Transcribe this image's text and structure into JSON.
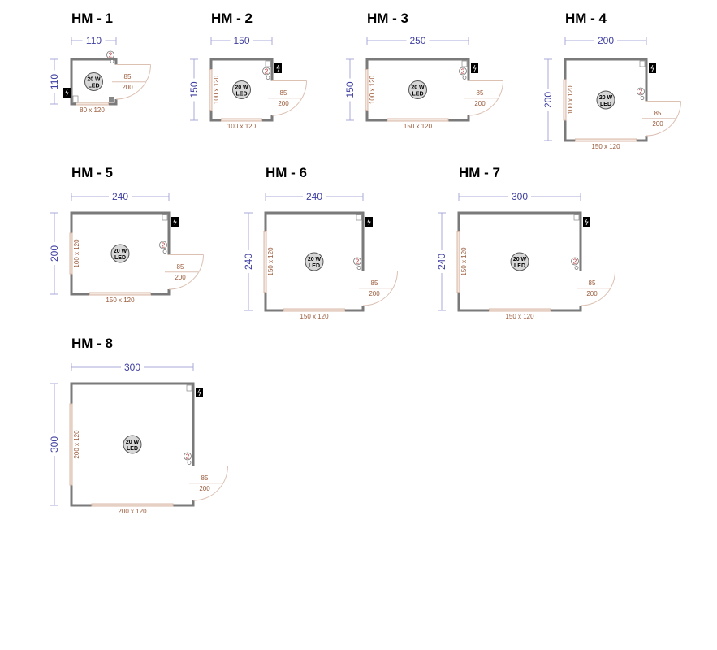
{
  "colors": {
    "dimension": "#3f3fa0",
    "wall": "#7a7a7a",
    "window": "#d9b8a8",
    "window_text": "#9a5a3a",
    "socket_text": "#b03030"
  },
  "plans": [
    {
      "title": "HM - 1",
      "width": "110",
      "height": "110",
      "bottom_window": "80 x 120",
      "left_window": null,
      "door_width": "85",
      "door_height": "200",
      "light_power": "20 W",
      "light_type": "LED",
      "socket": "2"
    },
    {
      "title": "HM - 2",
      "width": "150",
      "height": "150",
      "bottom_window": "100 x 120",
      "left_window": "100 x 120",
      "door_width": "85",
      "door_height": "200",
      "light_power": "20 W",
      "light_type": "LED",
      "socket": "2"
    },
    {
      "title": "HM - 3",
      "width": "250",
      "height": "150",
      "bottom_window": "150 x 120",
      "left_window": "100 x 120",
      "door_width": "85",
      "door_height": "200",
      "light_power": "20 W",
      "light_type": "LED",
      "socket": "2"
    },
    {
      "title": "HM - 4",
      "width": "200",
      "height": "200",
      "bottom_window": "150 x 120",
      "left_window": "100 x 120",
      "door_width": "85",
      "door_height": "200",
      "light_power": "20 W",
      "light_type": "LED",
      "socket": "2"
    },
    {
      "title": "HM - 5",
      "width": "240",
      "height": "200",
      "bottom_window": "150 x 120",
      "left_window": "100 x 120",
      "door_width": "85",
      "door_height": "200",
      "light_power": "20 W",
      "light_type": "LED",
      "socket": "2"
    },
    {
      "title": "HM - 6",
      "width": "240",
      "height": "240",
      "bottom_window": "150 x 120",
      "left_window": "150 x 120",
      "door_width": "85",
      "door_height": "200",
      "light_power": "20 W",
      "light_type": "LED",
      "socket": "2"
    },
    {
      "title": "HM - 7",
      "width": "300",
      "height": "240",
      "bottom_window": "150 x 120",
      "left_window": "150 x 120",
      "door_width": "85",
      "door_height": "200",
      "light_power": "20 W",
      "light_type": "LED",
      "socket": "2"
    },
    {
      "title": "HM - 8",
      "width": "300",
      "height": "300",
      "bottom_window": "200 x 120",
      "left_window": "200 x 120",
      "door_width": "85",
      "door_height": "200",
      "light_power": "20 W",
      "light_type": "LED",
      "socket": "2"
    }
  ]
}
